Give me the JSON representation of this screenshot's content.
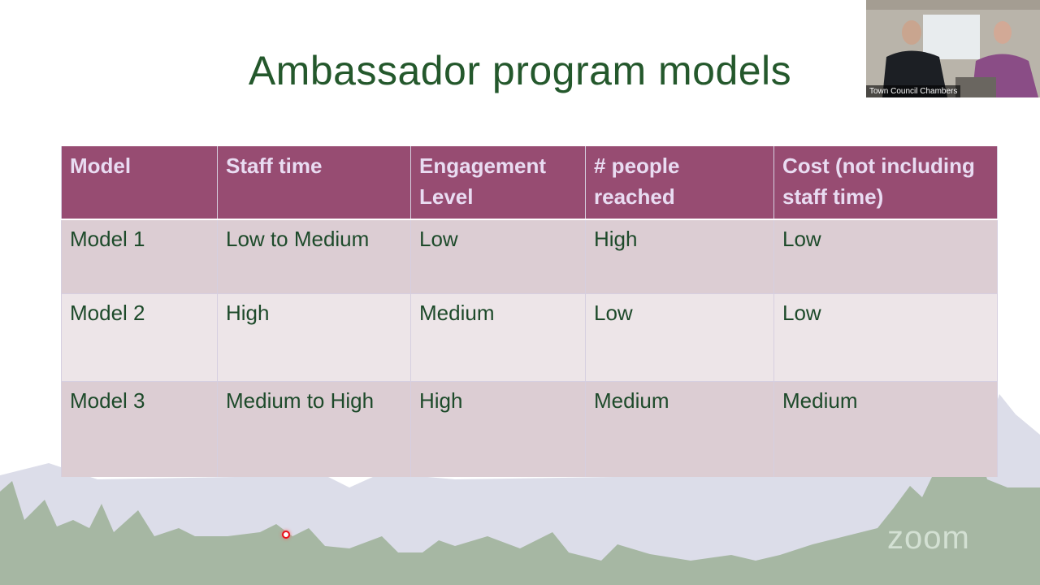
{
  "slide": {
    "title": "Ambassador program models",
    "table": {
      "headers": [
        "Model",
        "Staff time",
        "Engagement Level",
        "# people reached",
        "Cost (not including staff time)"
      ],
      "rows": [
        [
          "Model 1",
          "Low to Medium",
          "Low",
          "High",
          "Low"
        ],
        [
          "Model 2",
          "High",
          "Medium",
          "Low",
          "Low"
        ],
        [
          "Model 3",
          "Medium to High",
          "High",
          "Medium",
          "Medium"
        ]
      ]
    }
  },
  "video": {
    "label": "Town Council Chambers"
  },
  "watermark": "zoom",
  "colors": {
    "header": "#974c72",
    "title": "#24582c",
    "row_dark": "#dccdd3",
    "row_light": "#ede5e8"
  }
}
